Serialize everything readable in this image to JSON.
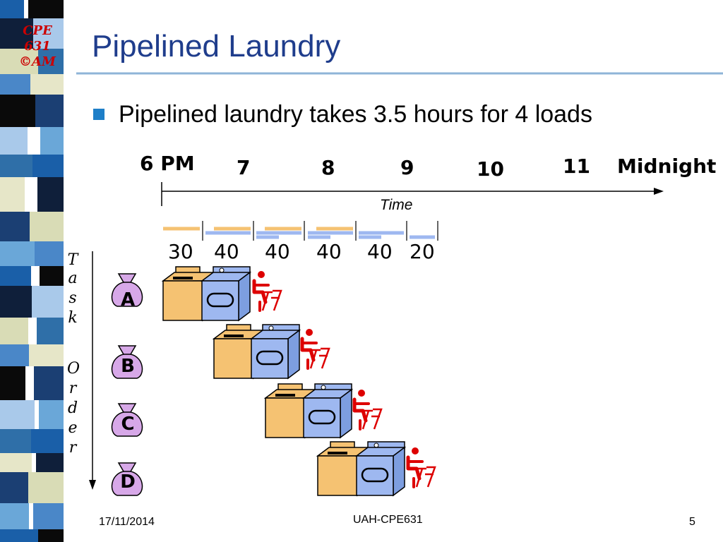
{
  "slide": {
    "logo_lines": [
      "CPE",
      "631",
      "©AM"
    ],
    "title": "Pipelined Laundry",
    "bullet": "Pipelined laundry takes 3.5 hours for 4 loads",
    "time_axis": {
      "ticks": [
        "6 PM",
        "7",
        "8",
        "9",
        "10",
        "11",
        "Midnight"
      ],
      "label": "Time"
    },
    "durations": [
      "30",
      "40",
      "40",
      "40",
      "40",
      "20"
    ],
    "task_order_letters": [
      "T",
      "a",
      "s",
      "k",
      "O",
      "r",
      "d",
      "e",
      "r"
    ],
    "tasks": [
      "A",
      "B",
      "C",
      "D"
    ],
    "footer": {
      "date": "17/11/2014",
      "center": "UAH-CPE631",
      "page": "5"
    },
    "colors": {
      "title": "#1f3d8c",
      "bullet": "#1e7fc8",
      "washer": "#f5c272",
      "dryer": "#9eb8f0",
      "folder_figure": "#dd0000",
      "bag": "#d7a8e8",
      "logo": "#cc0000"
    }
  }
}
